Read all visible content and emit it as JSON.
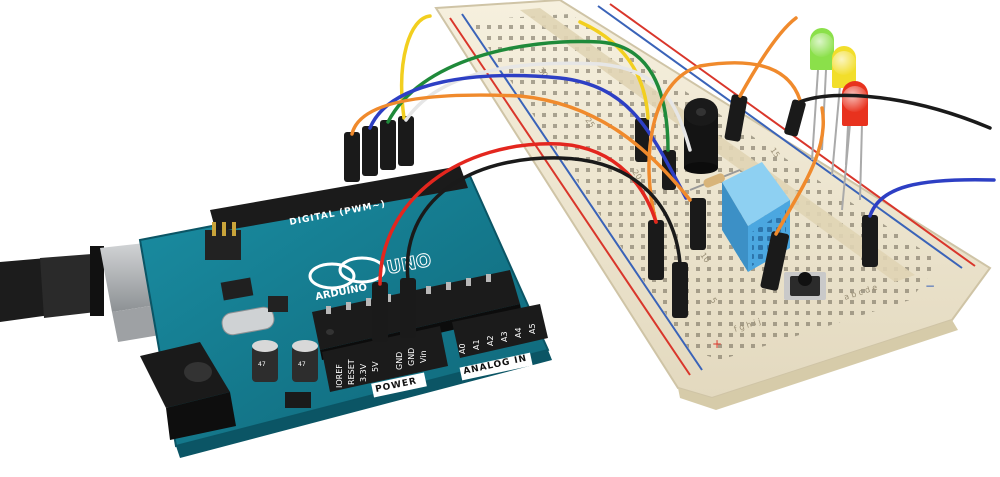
{
  "scene": {
    "background": "#ffffff"
  },
  "board": {
    "brand": "ARDUINO",
    "model": "UNO",
    "digital_header_label": "DIGITAL (PWM~)",
    "power_header_label": "POWER",
    "analog_header_label": "ANALOG IN",
    "power_pins": [
      "IOREF",
      "RESET",
      "3.3V",
      "5V",
      "GND",
      "GND",
      "Vin"
    ],
    "analog_pins": [
      "A0",
      "A1",
      "A2",
      "A3",
      "A4",
      "A5"
    ],
    "capacitor_marking": "47",
    "pcb_color": "#13798d",
    "header_color": "#1b1b1b"
  },
  "breadboard": {
    "color": "#f1ead6",
    "rail_plus_color": "#d9362b",
    "rail_minus_color": "#3a63b8",
    "row_letters_left": "f g h i j",
    "row_letters_right": "a b c d e",
    "column_numbers": [
      "30",
      "25",
      "20",
      "15",
      "10",
      "5"
    ]
  },
  "components": {
    "leds": [
      {
        "color_name": "green",
        "color": "#8be04a"
      },
      {
        "color_name": "yellow",
        "color": "#f2de2b"
      },
      {
        "color_name": "red",
        "color": "#e8321e"
      }
    ],
    "sensor_color": "#4ba7e0",
    "buzzer_color": "#1a1a1a",
    "button_color": "#2b2b2b"
  },
  "wires": [
    {
      "color_name": "yellow",
      "color": "#f2cf1f"
    },
    {
      "color_name": "white",
      "color": "#e6e6e6"
    },
    {
      "color_name": "green",
      "color": "#1f8a3a"
    },
    {
      "color_name": "blue",
      "color": "#2d3fc4"
    },
    {
      "color_name": "orange",
      "color": "#f08a2c"
    },
    {
      "color_name": "red",
      "color": "#e3261e"
    },
    {
      "color_name": "black",
      "color": "#1a1a1a"
    }
  ]
}
